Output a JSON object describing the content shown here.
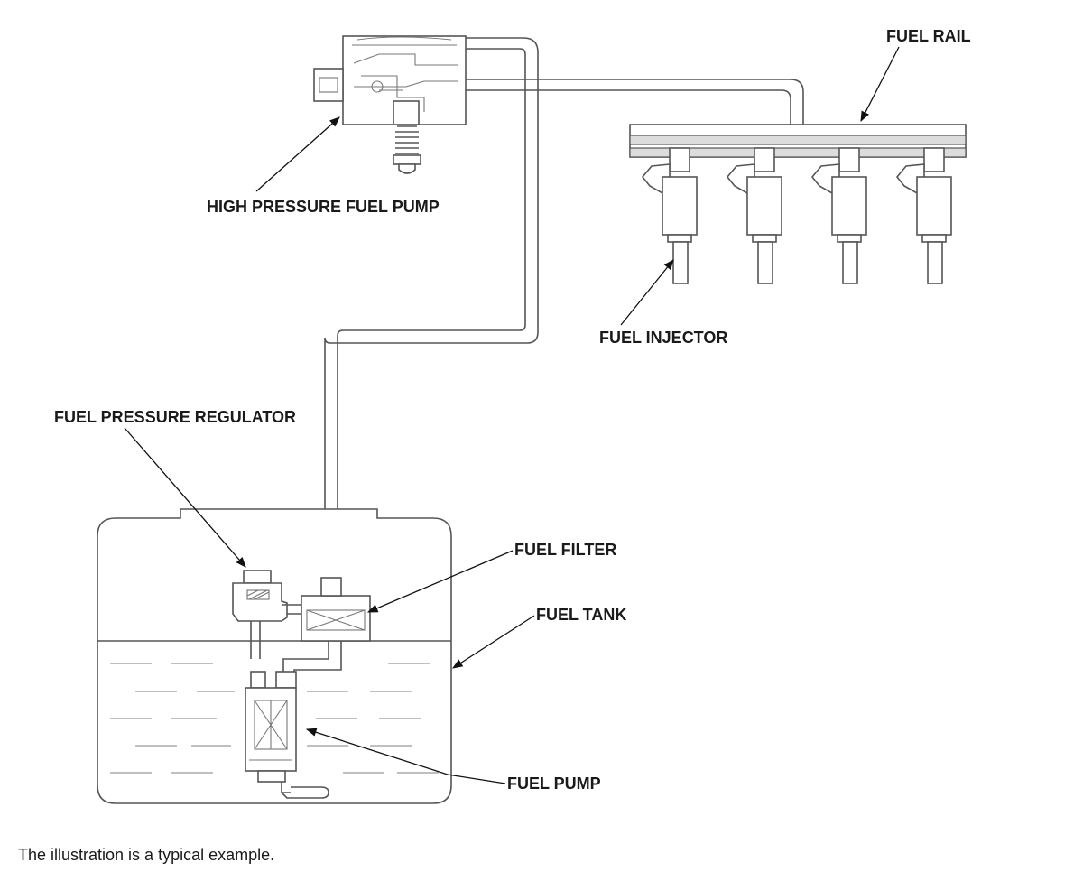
{
  "labels": {
    "fuel_rail": "FUEL RAIL",
    "high_pressure_fuel_pump": "HIGH PRESSURE FUEL PUMP",
    "fuel_injector": "FUEL INJECTOR",
    "fuel_pressure_regulator": "FUEL PRESSURE REGULATOR",
    "fuel_filter": "FUEL FILTER",
    "fuel_tank": "FUEL TANK",
    "fuel_pump": "FUEL PUMP"
  },
  "caption": "The illustration is a typical example.",
  "injector_count": 4,
  "colors": {
    "line": "#555555",
    "leader": "#111111",
    "rail_fill": "#dcdcdc",
    "text": "#1a1a1a"
  }
}
